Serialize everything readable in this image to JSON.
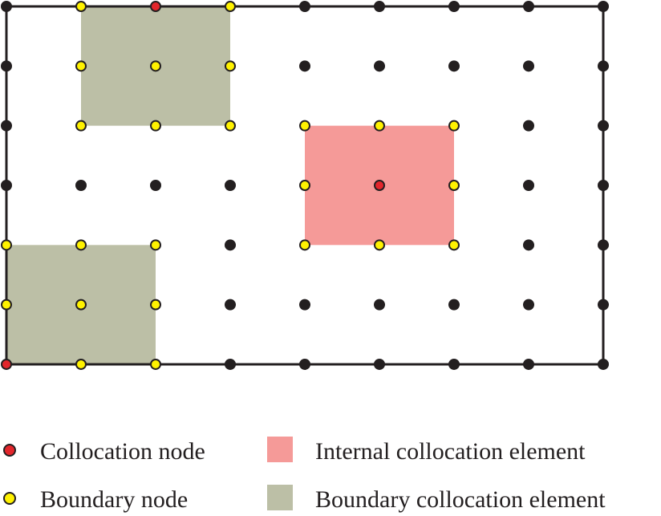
{
  "colors": {
    "boundary_element_fill": "#bcbfa6",
    "internal_element_fill": "#f59a98",
    "domain_border": "#231f20",
    "plain_node": "#231f20",
    "collocation_node": "#e3262c",
    "boundary_node": "#fff200"
  },
  "grid": {
    "columns": 9,
    "rows": 7
  },
  "elements": [
    {
      "kind": "boundary",
      "cols": [
        1,
        3
      ],
      "rows": [
        0,
        2
      ]
    },
    {
      "kind": "boundary",
      "cols": [
        0,
        2
      ],
      "rows": [
        4,
        6
      ]
    },
    {
      "kind": "internal",
      "cols": [
        4,
        6
      ],
      "rows": [
        2,
        4
      ]
    }
  ],
  "nodes": {
    "collocation": [
      [
        2,
        0
      ],
      [
        5,
        3
      ],
      [
        0,
        6
      ]
    ],
    "boundary": [
      [
        1,
        0
      ],
      [
        3,
        0
      ],
      [
        1,
        1
      ],
      [
        2,
        1
      ],
      [
        3,
        1
      ],
      [
        1,
        2
      ],
      [
        2,
        2
      ],
      [
        3,
        2
      ],
      [
        0,
        4
      ],
      [
        1,
        4
      ],
      [
        2,
        4
      ],
      [
        0,
        5
      ],
      [
        1,
        5
      ],
      [
        2,
        5
      ],
      [
        1,
        6
      ],
      [
        2,
        6
      ],
      [
        4,
        2
      ],
      [
        5,
        2
      ],
      [
        6,
        2
      ],
      [
        4,
        3
      ],
      [
        6,
        3
      ],
      [
        4,
        4
      ],
      [
        5,
        4
      ],
      [
        6,
        4
      ]
    ]
  },
  "legend": {
    "collocation_node": "Collocation node",
    "boundary_node": "Boundary node",
    "internal_element": "Internal collocation element",
    "boundary_element": "Boundary collocation element"
  }
}
